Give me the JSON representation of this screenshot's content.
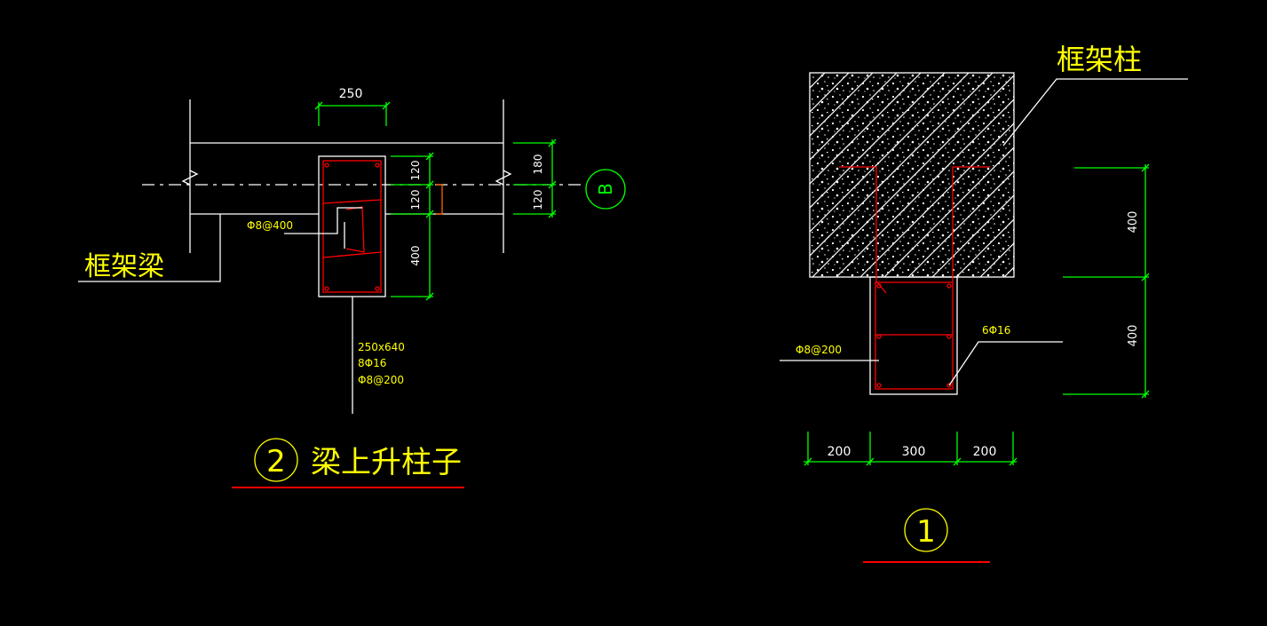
{
  "left_detail": {
    "dim_top_width": "250",
    "dim_right_1": "120",
    "dim_right_2": "120",
    "dim_right_3": "400",
    "dim_far_1": "180",
    "dim_far_2": "120",
    "axis_bubble": "B",
    "stirrup_label": "Φ8@400",
    "beam_label": "框架梁",
    "spec_section": "250x640",
    "spec_bars": "8Φ16",
    "spec_stirrup": "Φ8@200",
    "detail_number": "2",
    "detail_title": "梁上升柱子"
  },
  "right_detail": {
    "column_label": "框架柱",
    "dim_upper": "400",
    "dim_lower": "400",
    "bars_label": "6Φ16",
    "stirrup_label": "Φ8@200",
    "dim_bottom_1": "200",
    "dim_bottom_2": "300",
    "dim_bottom_3": "200",
    "detail_number": "1"
  },
  "colors": {
    "background": "#000000",
    "outline": "#ffffff",
    "dimension": "#00ff00",
    "rebar": "#ff0000",
    "text_label": "#ffff00",
    "title_underline": "#ff0000"
  }
}
